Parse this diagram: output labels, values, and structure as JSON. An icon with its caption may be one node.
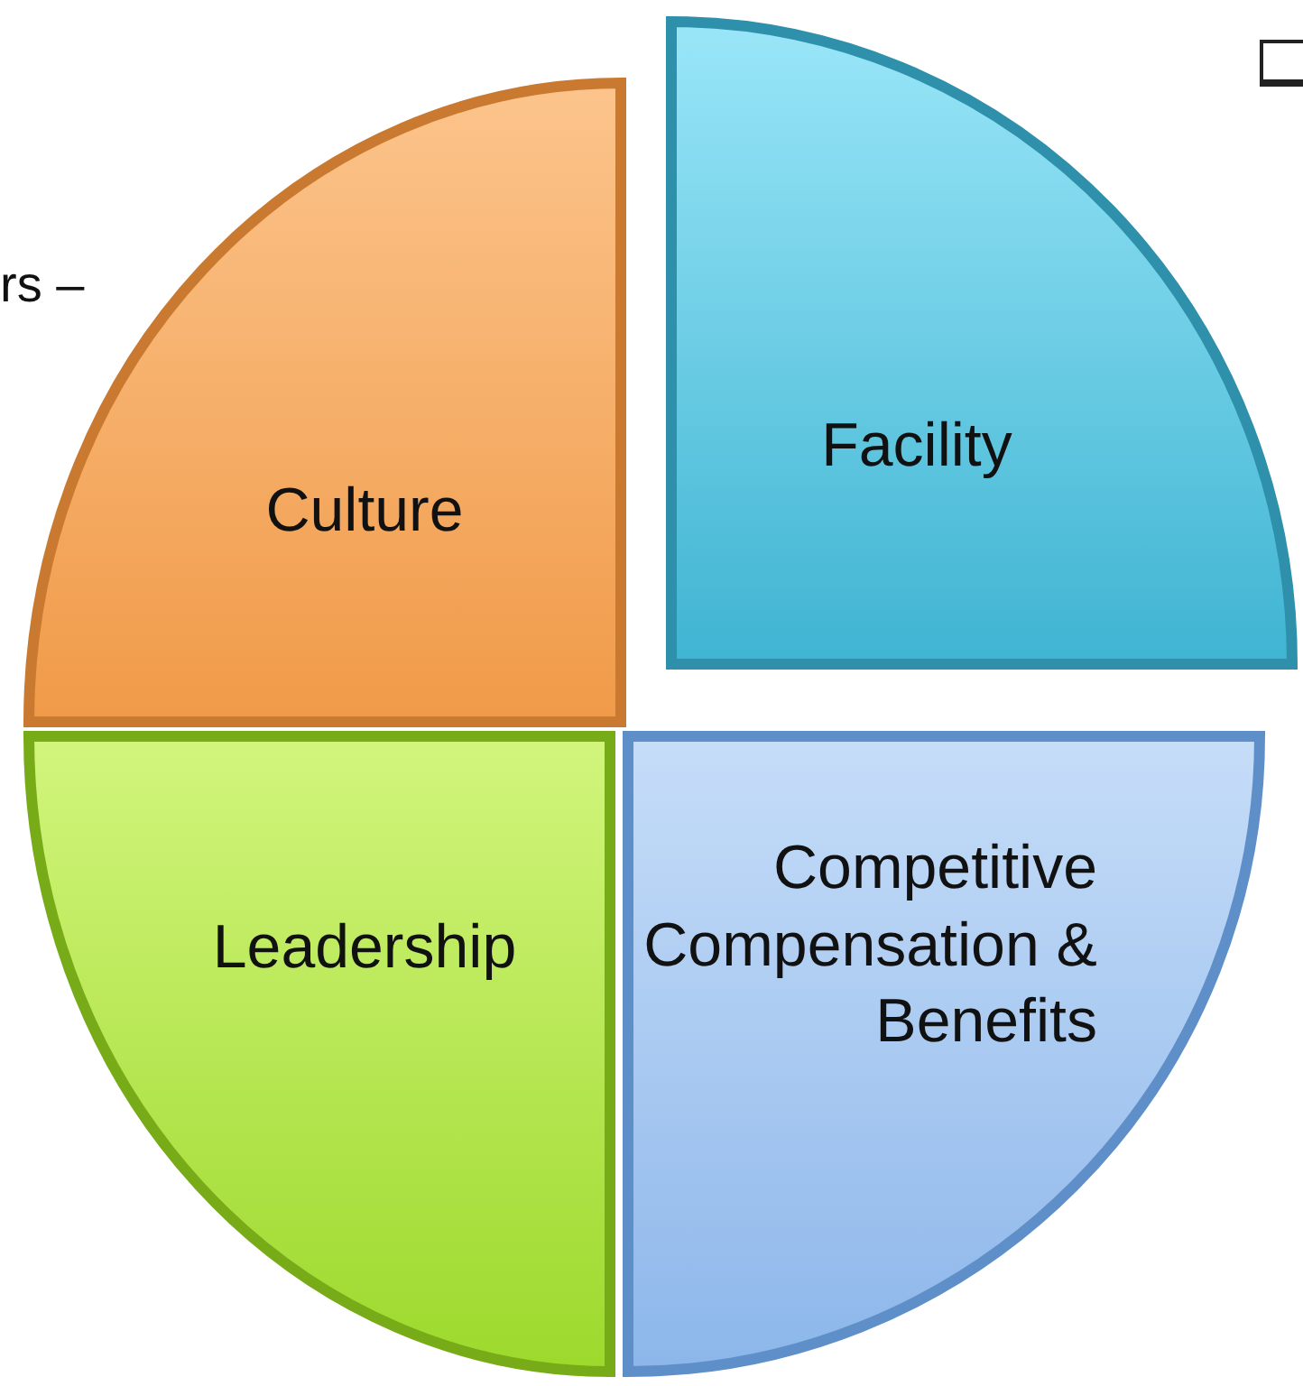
{
  "diagram": {
    "nodes": [
      {
        "text": [
          "Culture"
        ]
      },
      {
        "text": [
          "Facility"
        ]
      },
      {
        "text": [
          "Leadership"
        ]
      },
      {
        "text": [
          "Competitive Compensation & Benefits"
        ]
      }
    ],
    "labels": [
      "rs –"
    ]
  }
}
